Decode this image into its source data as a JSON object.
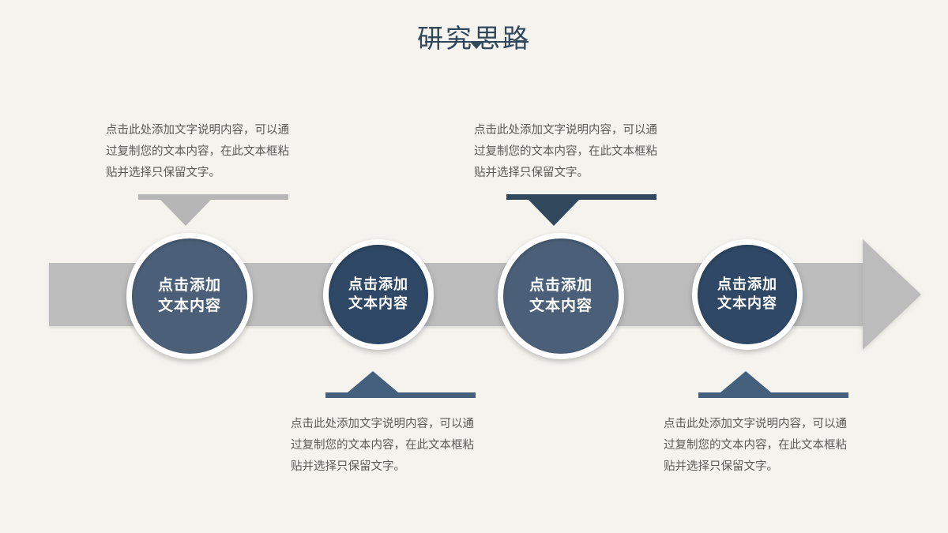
{
  "slide": {
    "title": "研究思路",
    "background_color": "#f4f3ee",
    "title_color": "#30475c"
  },
  "arrow": {
    "name": "process-arrow",
    "color": "#bcbcbc",
    "direction": "right"
  },
  "nodes": [
    {
      "label": "点击添加\n文本内容",
      "color": "#4b6078",
      "size": "big"
    },
    {
      "label": "点击添加\n文本内容",
      "color": "#2e4865",
      "size": "small"
    },
    {
      "label": "点击添加\n文本内容",
      "color": "#4b6078",
      "size": "big"
    },
    {
      "label": "点击添加\n文本内容",
      "color": "#2e4865",
      "size": "small"
    }
  ],
  "captions": [
    {
      "text": "点击此处添加文字说明内容，可以通过复制您的文本内容，在此文本框粘贴并选择只保留文字。",
      "position": "top",
      "pointer_color": "#b6b6b6"
    },
    {
      "text": "点击此处添加文字说明内容，可以通过复制您的文本内容，在此文本框粘贴并选择只保留文字。",
      "position": "top",
      "pointer_color": "#30475c"
    },
    {
      "text": "点击此处添加文字说明内容，可以通过复制您的文本内容，在此文本框粘贴并选择只保留文字。",
      "position": "bottom",
      "pointer_color": "#44607c"
    },
    {
      "text": "点击此处添加文字说明内容，可以通过复制您的文本内容，在此文本框粘贴并选择只保留文字。",
      "position": "bottom",
      "pointer_color": "#44607c"
    }
  ]
}
